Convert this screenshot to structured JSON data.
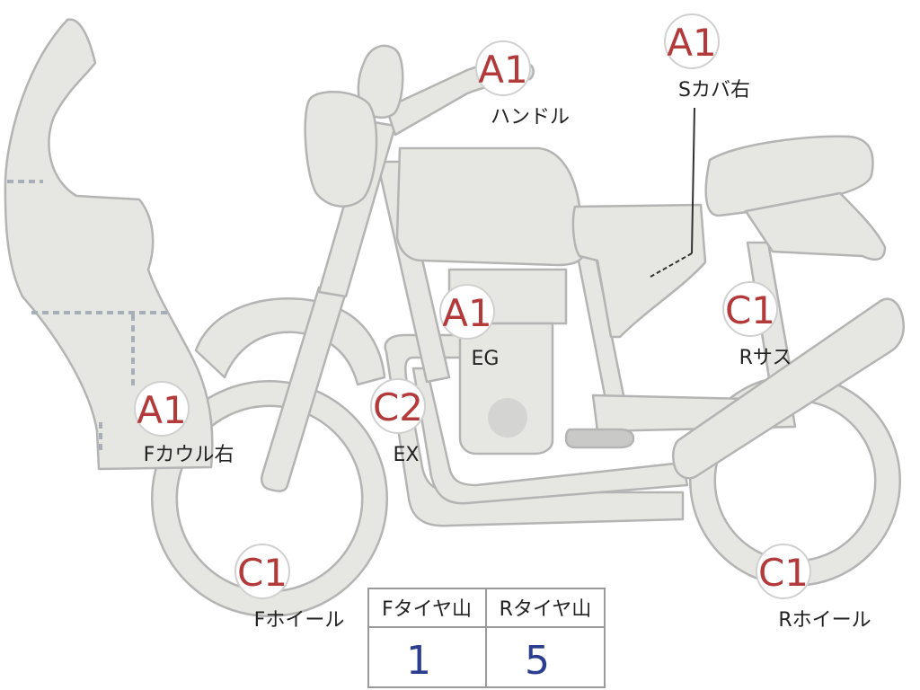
{
  "colors": {
    "body": "#e6e6e3",
    "outline": "#b4b4b4",
    "grade": "#b33a3a",
    "value": "#2b3d8f"
  },
  "callouts": {
    "handle": {
      "grade": "A1",
      "label": "ハンドル"
    },
    "side_cover": {
      "grade": "A1",
      "label": "Sカバ右"
    },
    "engine": {
      "grade": "A1",
      "label": "EG"
    },
    "cowl": {
      "grade": "A1",
      "label": "Fカウル右"
    },
    "exhaust": {
      "grade": "C2",
      "label": "EX"
    },
    "rear_susp": {
      "grade": "C1",
      "label": "Rサス"
    },
    "front_wheel": {
      "grade": "C1",
      "label": "Fホイール"
    },
    "rear_wheel": {
      "grade": "C1",
      "label": "Rホイール"
    }
  },
  "tire_table": {
    "headers": [
      "Fタイヤ山",
      "Rタイヤ山"
    ],
    "values": [
      "1",
      "5"
    ]
  }
}
